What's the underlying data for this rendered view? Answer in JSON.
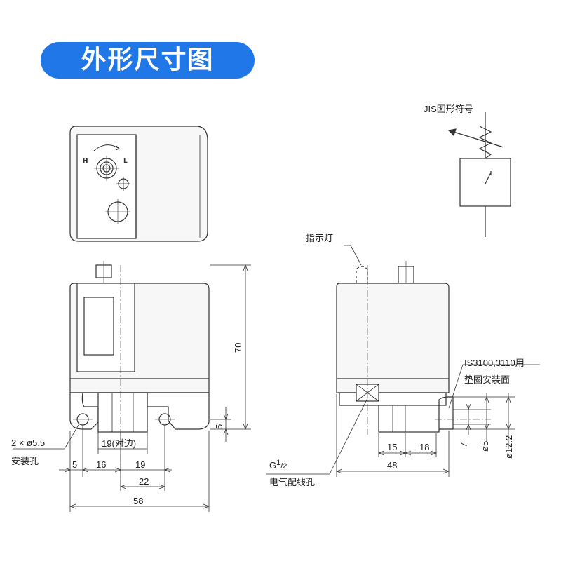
{
  "title": "外形尺寸图",
  "jis_symbol_label": "JIS图形符号",
  "top_view": {
    "h_mark": "H",
    "l_mark": "L"
  },
  "front_view": {
    "dim_height": "70",
    "dim_5_right": "5",
    "dim_19_flats": "19(对边)",
    "dim_5": "5",
    "dim_16": "16",
    "dim_19": "19",
    "dim_22": "22",
    "dim_58": "58",
    "hole_label": "2 × ø5.5",
    "hole_label2": "安装孔"
  },
  "side_view": {
    "indicator_label": "指示灯",
    "gasket_label1": "IS3100,3110用",
    "gasket_label2": "垫圈安装面",
    "conduit_label": "G",
    "conduit_sup": "1",
    "conduit_sub": "/2",
    "conduit_label2": "电气配线孔",
    "dim_15": "15",
    "dim_18": "18",
    "dim_48": "48",
    "dim_7": "7",
    "dim_d5": "ø5",
    "dim_d12": "ø12.2"
  }
}
